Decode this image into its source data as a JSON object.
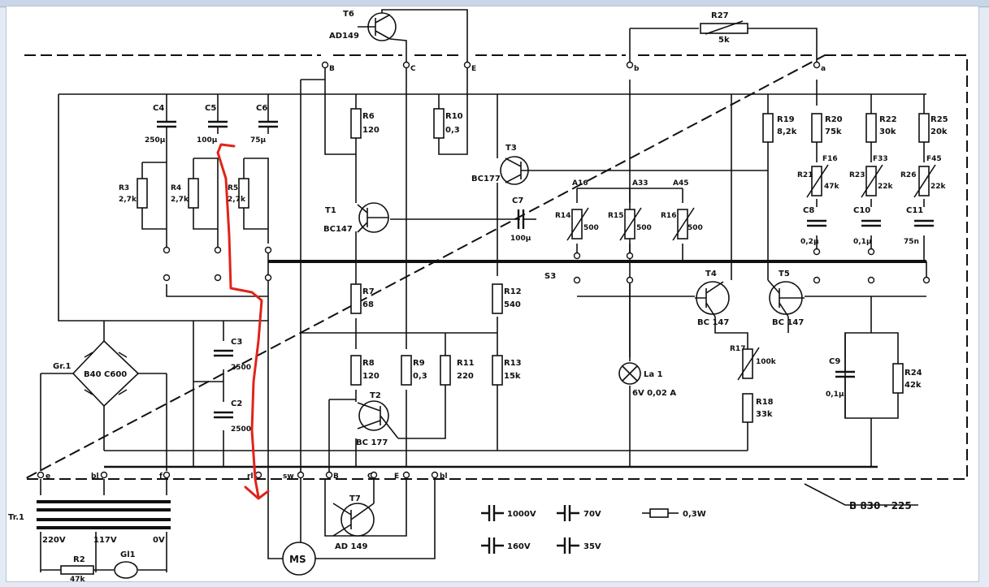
{
  "document_id": "B 830 - 225",
  "transistors": [
    {
      "ref": "T6",
      "type": "AD149"
    },
    {
      "ref": "T3",
      "type": "BC177"
    },
    {
      "ref": "T1",
      "type": "BC147"
    },
    {
      "ref": "T2",
      "type": "BC 177"
    },
    {
      "ref": "T7",
      "type": "AD 149"
    },
    {
      "ref": "T4",
      "type": "BC 147"
    },
    {
      "ref": "T5",
      "type": "BC 147"
    }
  ],
  "resistors": [
    {
      "ref": "R27",
      "value": "5k"
    },
    {
      "ref": "R6",
      "value": "120"
    },
    {
      "ref": "R10",
      "value": "0,3"
    },
    {
      "ref": "R19",
      "value": "8,2k"
    },
    {
      "ref": "R20",
      "value": "75k"
    },
    {
      "ref": "R22",
      "value": "30k"
    },
    {
      "ref": "R25",
      "value": "20k"
    },
    {
      "ref": "R3",
      "value": "2,7k"
    },
    {
      "ref": "R4",
      "value": "2,7k"
    },
    {
      "ref": "R5",
      "value": "2,7k"
    },
    {
      "ref": "R7",
      "value": "68"
    },
    {
      "ref": "R12",
      "value": "540"
    },
    {
      "ref": "R8",
      "value": "120"
    },
    {
      "ref": "R9",
      "value": "0,3"
    },
    {
      "ref": "R11",
      "value": "220"
    },
    {
      "ref": "R13",
      "value": "15k"
    },
    {
      "ref": "R18",
      "value": "33k"
    },
    {
      "ref": "R24",
      "value": "42k"
    }
  ],
  "trimmers": [
    {
      "ref": "R14",
      "value": "500"
    },
    {
      "ref": "R15",
      "value": "500"
    },
    {
      "ref": "R16",
      "value": "500"
    },
    {
      "ref": "R21",
      "value": "47k"
    },
    {
      "ref": "R23",
      "value": "22k"
    },
    {
      "ref": "R26",
      "value": "22k"
    },
    {
      "ref": "R17",
      "value": "100k"
    }
  ],
  "capacitors": [
    {
      "ref": "C4",
      "value": "250µ"
    },
    {
      "ref": "C5",
      "value": "100µ"
    },
    {
      "ref": "C6",
      "value": "75µ"
    },
    {
      "ref": "C7",
      "value": "100µ"
    },
    {
      "ref": "C3",
      "value": "2500"
    },
    {
      "ref": "C2",
      "value": "2500"
    },
    {
      "ref": "C8",
      "value": "0,2µ"
    },
    {
      "ref": "C10",
      "value": "0,1µ"
    },
    {
      "ref": "C11",
      "value": "75n"
    },
    {
      "ref": "C9",
      "value": "0,1µ"
    }
  ],
  "misc": {
    "rectifier_ref": "Gr.1",
    "rectifier_type": "B40 C600",
    "lamp_ref": "La 1",
    "lamp_value": "6V 0,02 A",
    "transformer_ref": "Tr.1",
    "tap_220": "220V",
    "tap_117": "117V",
    "tap_0": "0V",
    "fuse_resistor_ref": "R2",
    "fuse_resistor_value": "47k",
    "glow_lamp_ref": "Gl1",
    "motor": "MS",
    "switch_ref": "S3",
    "range_a": "A16",
    "range_b": "A33",
    "range_c": "A45",
    "range_f1": "F16",
    "range_f2": "F33",
    "range_f3": "F45"
  },
  "terminals": {
    "top_b": "B",
    "top_c": "C",
    "top_e": "E",
    "top_b2": "b",
    "top_a": "a",
    "bot_e": "e",
    "bot_bl": "bl",
    "bot_f": "f",
    "bot_rl": "rl",
    "bot_sw": "sw",
    "bot_B": "B",
    "bot_C": "C",
    "bot_E": "E",
    "bot_bl2": "bl"
  },
  "legend": {
    "v1000": "1000V",
    "v70": "70V",
    "v160": "160V",
    "v35": "35V",
    "w03": "0,3W"
  },
  "colors": {
    "ink": "#111111",
    "annotation": "#e2231a",
    "paper": "#ffffff",
    "window": "#e4ebf4"
  }
}
